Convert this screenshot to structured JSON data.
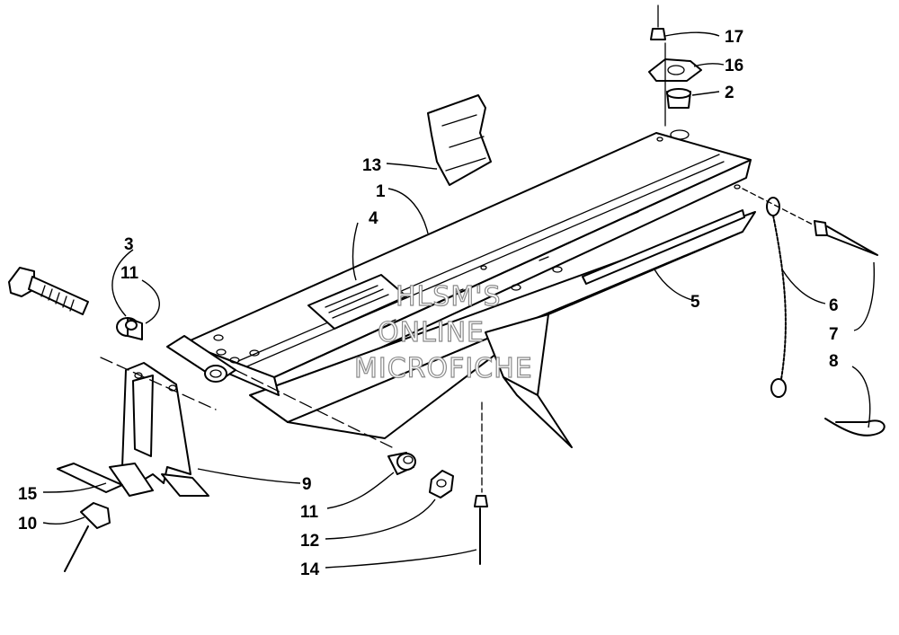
{
  "callouts": [
    {
      "id": "c17",
      "label": "17"
    },
    {
      "id": "c16",
      "label": "16"
    },
    {
      "id": "c2",
      "label": "2"
    },
    {
      "id": "c13",
      "label": "13"
    },
    {
      "id": "c1",
      "label": "1"
    },
    {
      "id": "c4",
      "label": "4"
    },
    {
      "id": "c3",
      "label": "3"
    },
    {
      "id": "c11a",
      "label": "11"
    },
    {
      "id": "c5",
      "label": "5"
    },
    {
      "id": "c6",
      "label": "6"
    },
    {
      "id": "c7",
      "label": "7"
    },
    {
      "id": "c8",
      "label": "8"
    },
    {
      "id": "c9",
      "label": "9"
    },
    {
      "id": "c15",
      "label": "15"
    },
    {
      "id": "c10",
      "label": "10"
    },
    {
      "id": "c11b",
      "label": "11"
    },
    {
      "id": "c12",
      "label": "12"
    },
    {
      "id": "c14",
      "label": "14"
    }
  ],
  "watermark": [
    "HLSM'S",
    "ONLINE",
    "MICROFICHE"
  ]
}
